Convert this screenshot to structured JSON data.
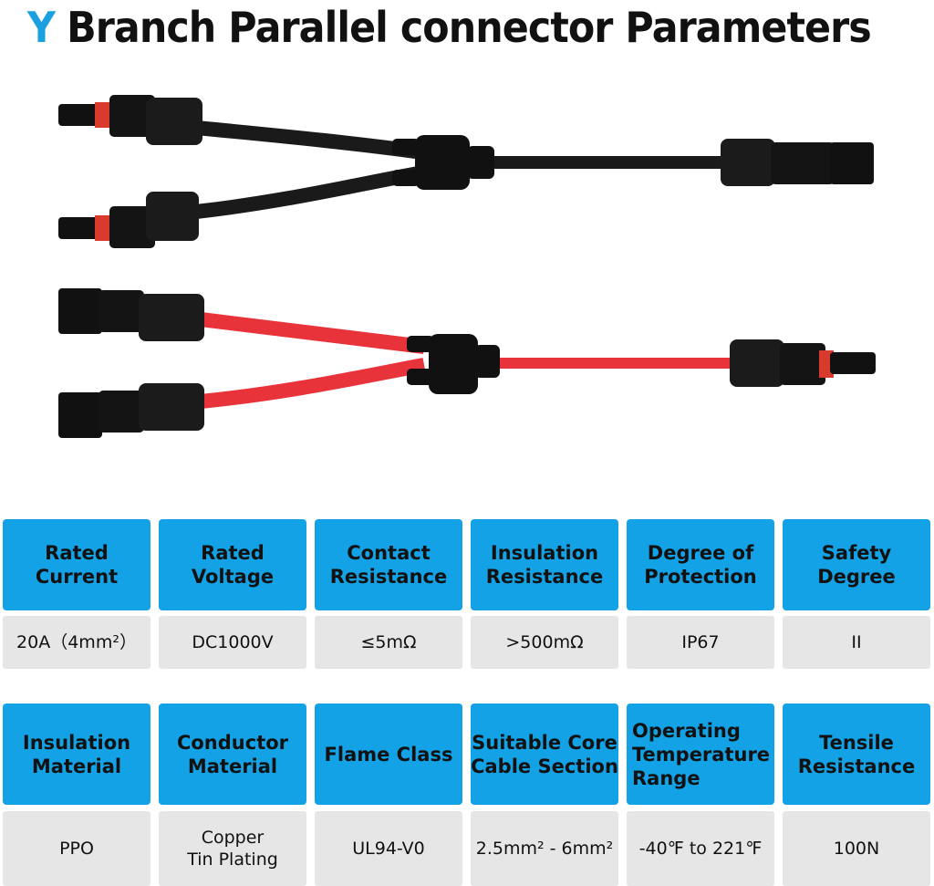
{
  "title": {
    "letter": "Y",
    "rest": "Branch Parallel connector Parameters"
  },
  "colors": {
    "accent": "#13a2e6",
    "value_bg": "#e6e6e6",
    "cable_black": "#1a1a1a",
    "cable_red": "#e8333a"
  },
  "parameters_row1": [
    {
      "label": "Rated\nCurrent",
      "value": "20A（4mm²）"
    },
    {
      "label": "Rated\nVoltage",
      "value": "DC1000V"
    },
    {
      "label": "Contact\nResistance",
      "value": "≤5mΩ"
    },
    {
      "label": "Insulation\nResistance",
      "value": ">500mΩ"
    },
    {
      "label": "Degree of\nProtection",
      "value": "IP67"
    },
    {
      "label": "Safety\nDegree",
      "value": "II"
    }
  ],
  "parameters_row2": [
    {
      "label": "Insulation\nMaterial",
      "value": "PPO"
    },
    {
      "label": "Conductor\nMaterial",
      "value": "Copper\nTin Plating"
    },
    {
      "label": "Flame Class",
      "value": "UL94-V0"
    },
    {
      "label": "Suitable Core\nCable Section",
      "value": "2.5mm² - 6mm²"
    },
    {
      "label": "Operating\nTemperature\nRange",
      "value": "-40℉ to 221℉"
    },
    {
      "label": "Tensile\nResistance",
      "value": "100N"
    }
  ]
}
